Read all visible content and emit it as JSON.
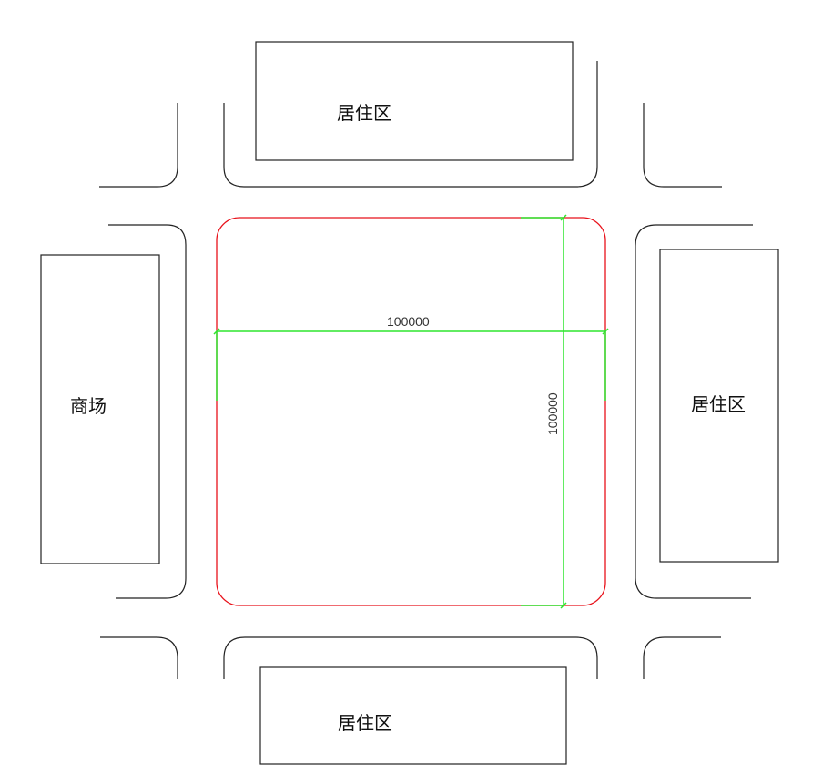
{
  "drawing": {
    "colors": {
      "background": "#ffffff",
      "outline": "#222222",
      "plaza_boundary": "#e8111a",
      "dimension": "#2ee62e",
      "text": "#111111"
    },
    "blocks": {
      "top": {
        "label": "居住区"
      },
      "bottom": {
        "label": "居住区"
      },
      "left": {
        "label": "商场"
      },
      "right": {
        "label": "居住区"
      }
    },
    "dimensions": {
      "horizontal": {
        "value": "100000"
      },
      "vertical": {
        "value": "100000"
      }
    }
  }
}
